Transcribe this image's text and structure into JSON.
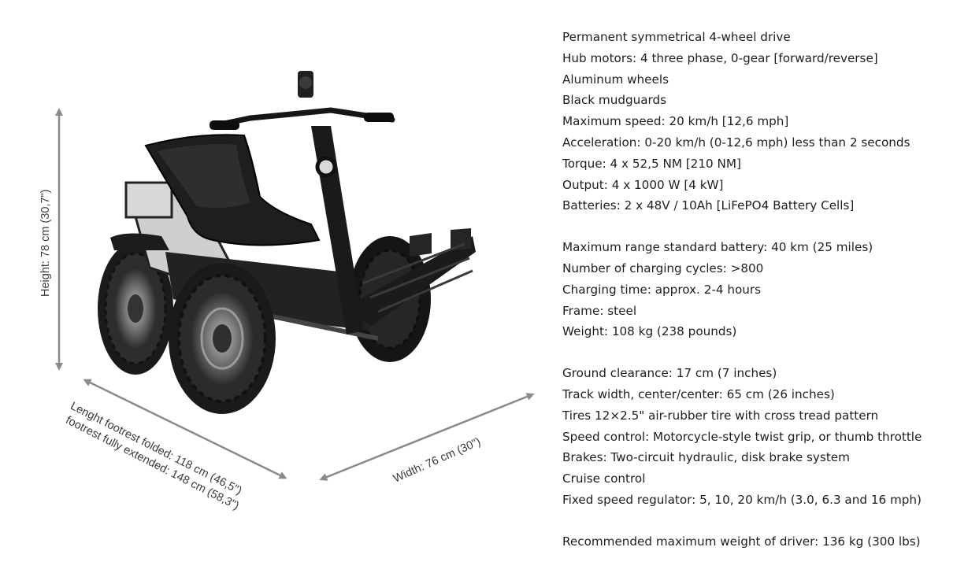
{
  "dimensions": {
    "height": "Height: 78 cm (30,7\")",
    "length_folded": "Lenght footrest folded: 118 cm (46,5\")",
    "length_extended": "footrest fully extended: 148 cm (58,3\")",
    "width": "Width: 76 cm (30\")"
  },
  "specs": [
    [
      "Permanent symmetrical 4-wheel drive",
      "Hub motors: 4 three phase, 0-gear [forward/reverse]",
      "Aluminum wheels",
      "Black mudguards",
      "Maximum speed: 20 km/h [12,6 mph]",
      "Acceleration: 0-20 km/h (0-12,6 mph)  less than 2 seconds",
      "Torque: 4 x 52,5 NM [210 NM]",
      "Output: 4 x 1000 W [4 kW]",
      "Batteries: 2 x 48V / 10Ah [LiFePO4 Battery Cells]"
    ],
    [
      "Maximum range standard battery: 40 km (25 miles)",
      "Number of charging cycles: >800",
      "Charging time: approx. 2-4 hours",
      "Frame: steel",
      "Weight: 108 kg (238 pounds)"
    ],
    [
      "Ground clearance: 17 cm (7 inches)",
      "Track width, center/center: 65 cm (26 inches)",
      "Tires 12×2.5\" air-rubber tire with cross tread pattern",
      "Speed control: Motorcycle-style twist grip, or thumb throttle",
      "Brakes: Two-circuit hydraulic, disk brake system",
      "Cruise control",
      "Fixed speed regulator: 5, 10, 20 km/h (3.0, 6.3 and 16 mph)"
    ],
    [
      "Recommended maximum weight of driver: 136 kg (300 lbs)"
    ]
  ]
}
